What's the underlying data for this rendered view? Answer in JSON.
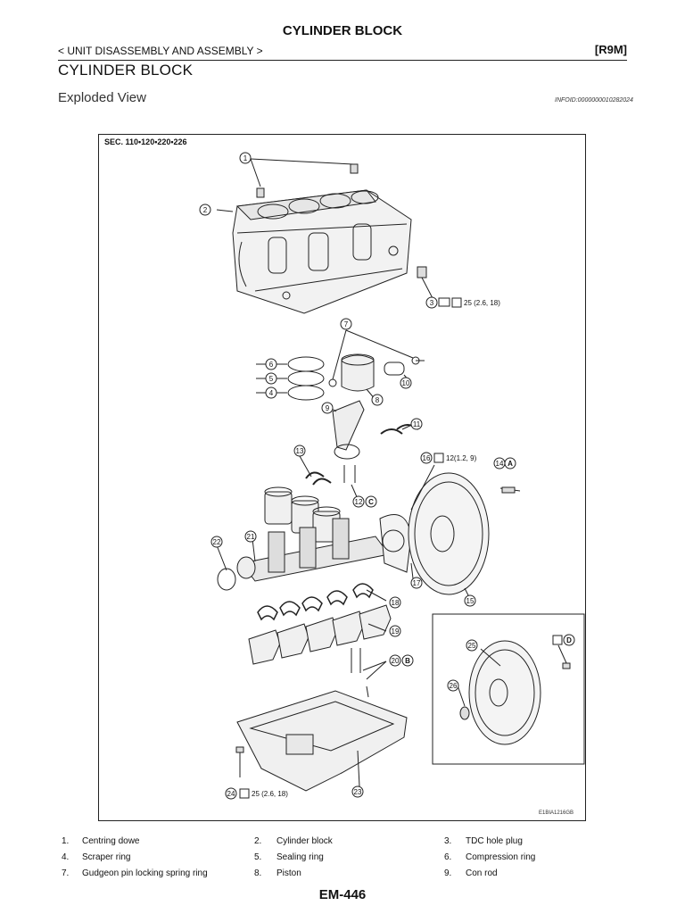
{
  "header": {
    "page_title": "CYLINDER BLOCK",
    "subsection": "< UNIT DISASSEMBLY AND ASSEMBLY >",
    "engine_code": "[R9M]"
  },
  "main": {
    "heading": "CYLINDER BLOCK",
    "subheading": "Exploded View",
    "info_id": "INFOID:0000000010282024"
  },
  "figure": {
    "sec_label": "SEC. 110•120•220•226",
    "figure_code": "E1BIA1216GB",
    "callouts": [
      "1",
      "2",
      "3",
      "4",
      "5",
      "6",
      "7",
      "8",
      "9",
      "10",
      "11",
      "12",
      "13",
      "14",
      "15",
      "16",
      "17",
      "18",
      "19",
      "20",
      "21",
      "22",
      "23",
      "24",
      "25",
      "26"
    ],
    "letters": [
      "A",
      "B",
      "C",
      "D"
    ],
    "torque_3": "25 (2.6, 18)",
    "torque_16": "12(1.2, 9)",
    "torque_24": "25 (2.6, 18)"
  },
  "legend": [
    {
      "num": "1.",
      "label": "Centring dowe"
    },
    {
      "num": "2.",
      "label": "Cylinder block"
    },
    {
      "num": "3.",
      "label": "TDC hole plug"
    },
    {
      "num": "4.",
      "label": "Scraper ring"
    },
    {
      "num": "5.",
      "label": "Sealing ring"
    },
    {
      "num": "6.",
      "label": "Compression ring"
    },
    {
      "num": "7.",
      "label": "Gudgeon pin locking spring ring"
    },
    {
      "num": "8.",
      "label": "Piston"
    },
    {
      "num": "9.",
      "label": "Con rod"
    }
  ],
  "footer": {
    "page_number": "EM-446"
  }
}
